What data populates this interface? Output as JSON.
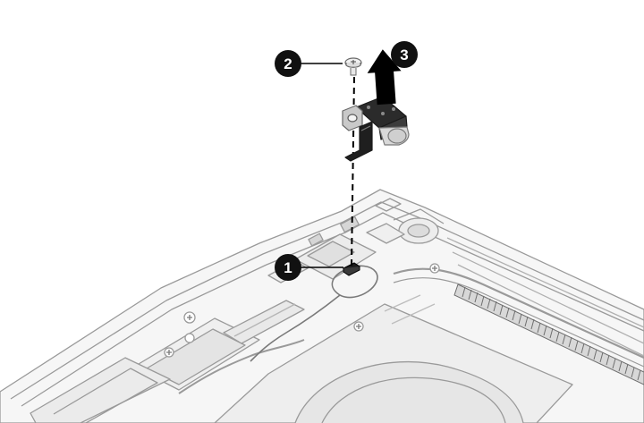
{
  "figure": {
    "callouts": [
      {
        "id": "callout-1",
        "label": "1"
      },
      {
        "id": "callout-2",
        "label": "2"
      },
      {
        "id": "callout-3",
        "label": "3"
      }
    ],
    "colors": {
      "line": "#9a9a9a",
      "line_light": "#c4c4c4",
      "fill_light": "#f2f2f2",
      "fill_mid": "#e2e2e2",
      "bracket_dark": "#2b2b2b",
      "callout_fill": "#111111",
      "leader": "#000000"
    },
    "icons": [
      "screw-icon",
      "lift-arrow-icon",
      "connector-icon",
      "bracket-icon"
    ]
  }
}
